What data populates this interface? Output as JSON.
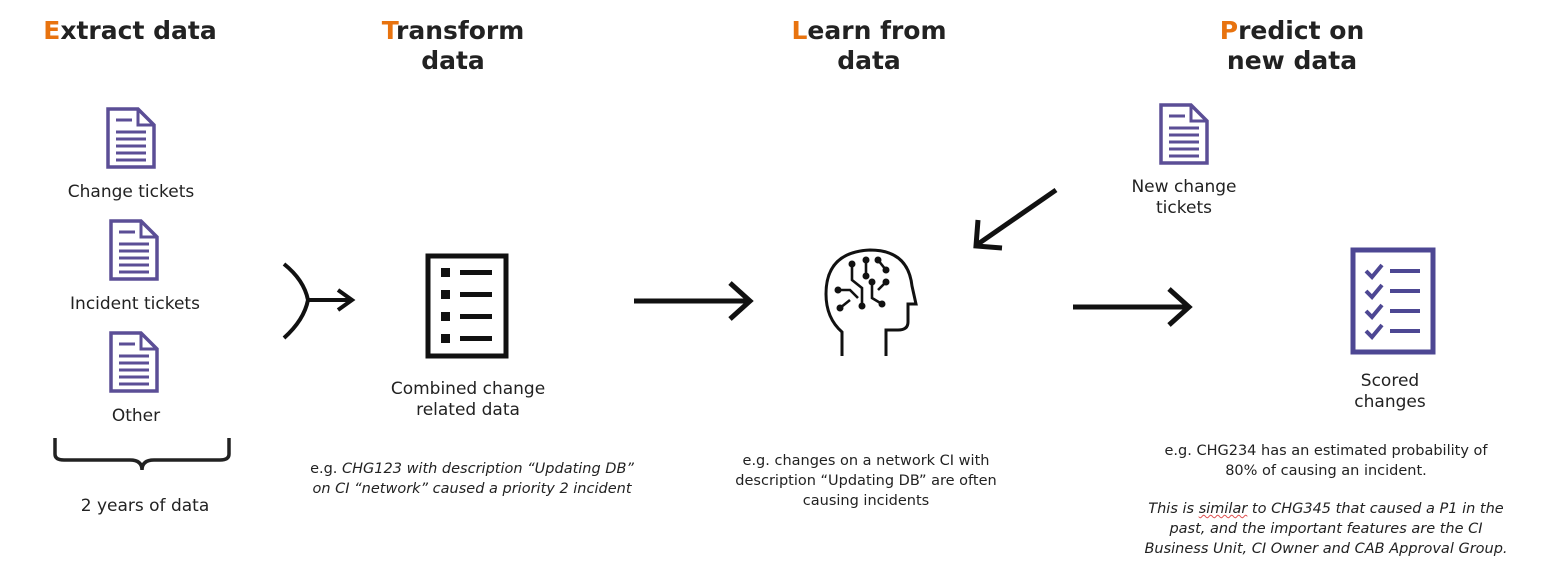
{
  "colors": {
    "accent": "#e8730f",
    "doc_icon": "#5b4e96",
    "checklist_icon": "#4d4793"
  },
  "steps": [
    {
      "initial": "E",
      "rest_line1": "xtract data",
      "line2": ""
    },
    {
      "initial": "T",
      "rest_line1": "ransform",
      "line2": "data"
    },
    {
      "initial": "L",
      "rest_line1": "earn from",
      "line2": "data"
    },
    {
      "initial": "P",
      "rest_line1": "redict on",
      "line2": "new data"
    }
  ],
  "extract": {
    "items": [
      "Change tickets",
      "Incident tickets",
      "Other"
    ],
    "brace_label": "2 years of data"
  },
  "transform": {
    "label_line1": "Combined change",
    "label_line2": "related data",
    "example_prefix": "e.g. ",
    "example_line1": "CHG123 with description “Updating DB”",
    "example_line2": "on CI “network” caused a priority 2 incident"
  },
  "learn": {
    "example_line1": "e.g. changes on a network CI with",
    "example_line2": "description “Updating DB” are often",
    "example_line3": "causing incidents"
  },
  "predict": {
    "new_label_line1": "New change",
    "new_label_line2": "tickets",
    "scored_line1": "Scored",
    "scored_line2": "changes",
    "example_line1": "e.g. CHG234 has an estimated probability of",
    "example_line2": "80% of causing an incident.",
    "note_line1_pre": "This is ",
    "note_line1_wavy": "similar",
    "note_line1_post": " to CHG345 that caused a P1 in the",
    "note_line2": "past, and the important features are the CI",
    "note_line3": "Business Unit, CI Owner and CAB Approval Group."
  },
  "icons": [
    "document-icon",
    "merge-arrow-icon",
    "list-icon",
    "arrow-right-icon",
    "ai-head-icon",
    "arrow-down-left-icon",
    "checklist-icon"
  ]
}
